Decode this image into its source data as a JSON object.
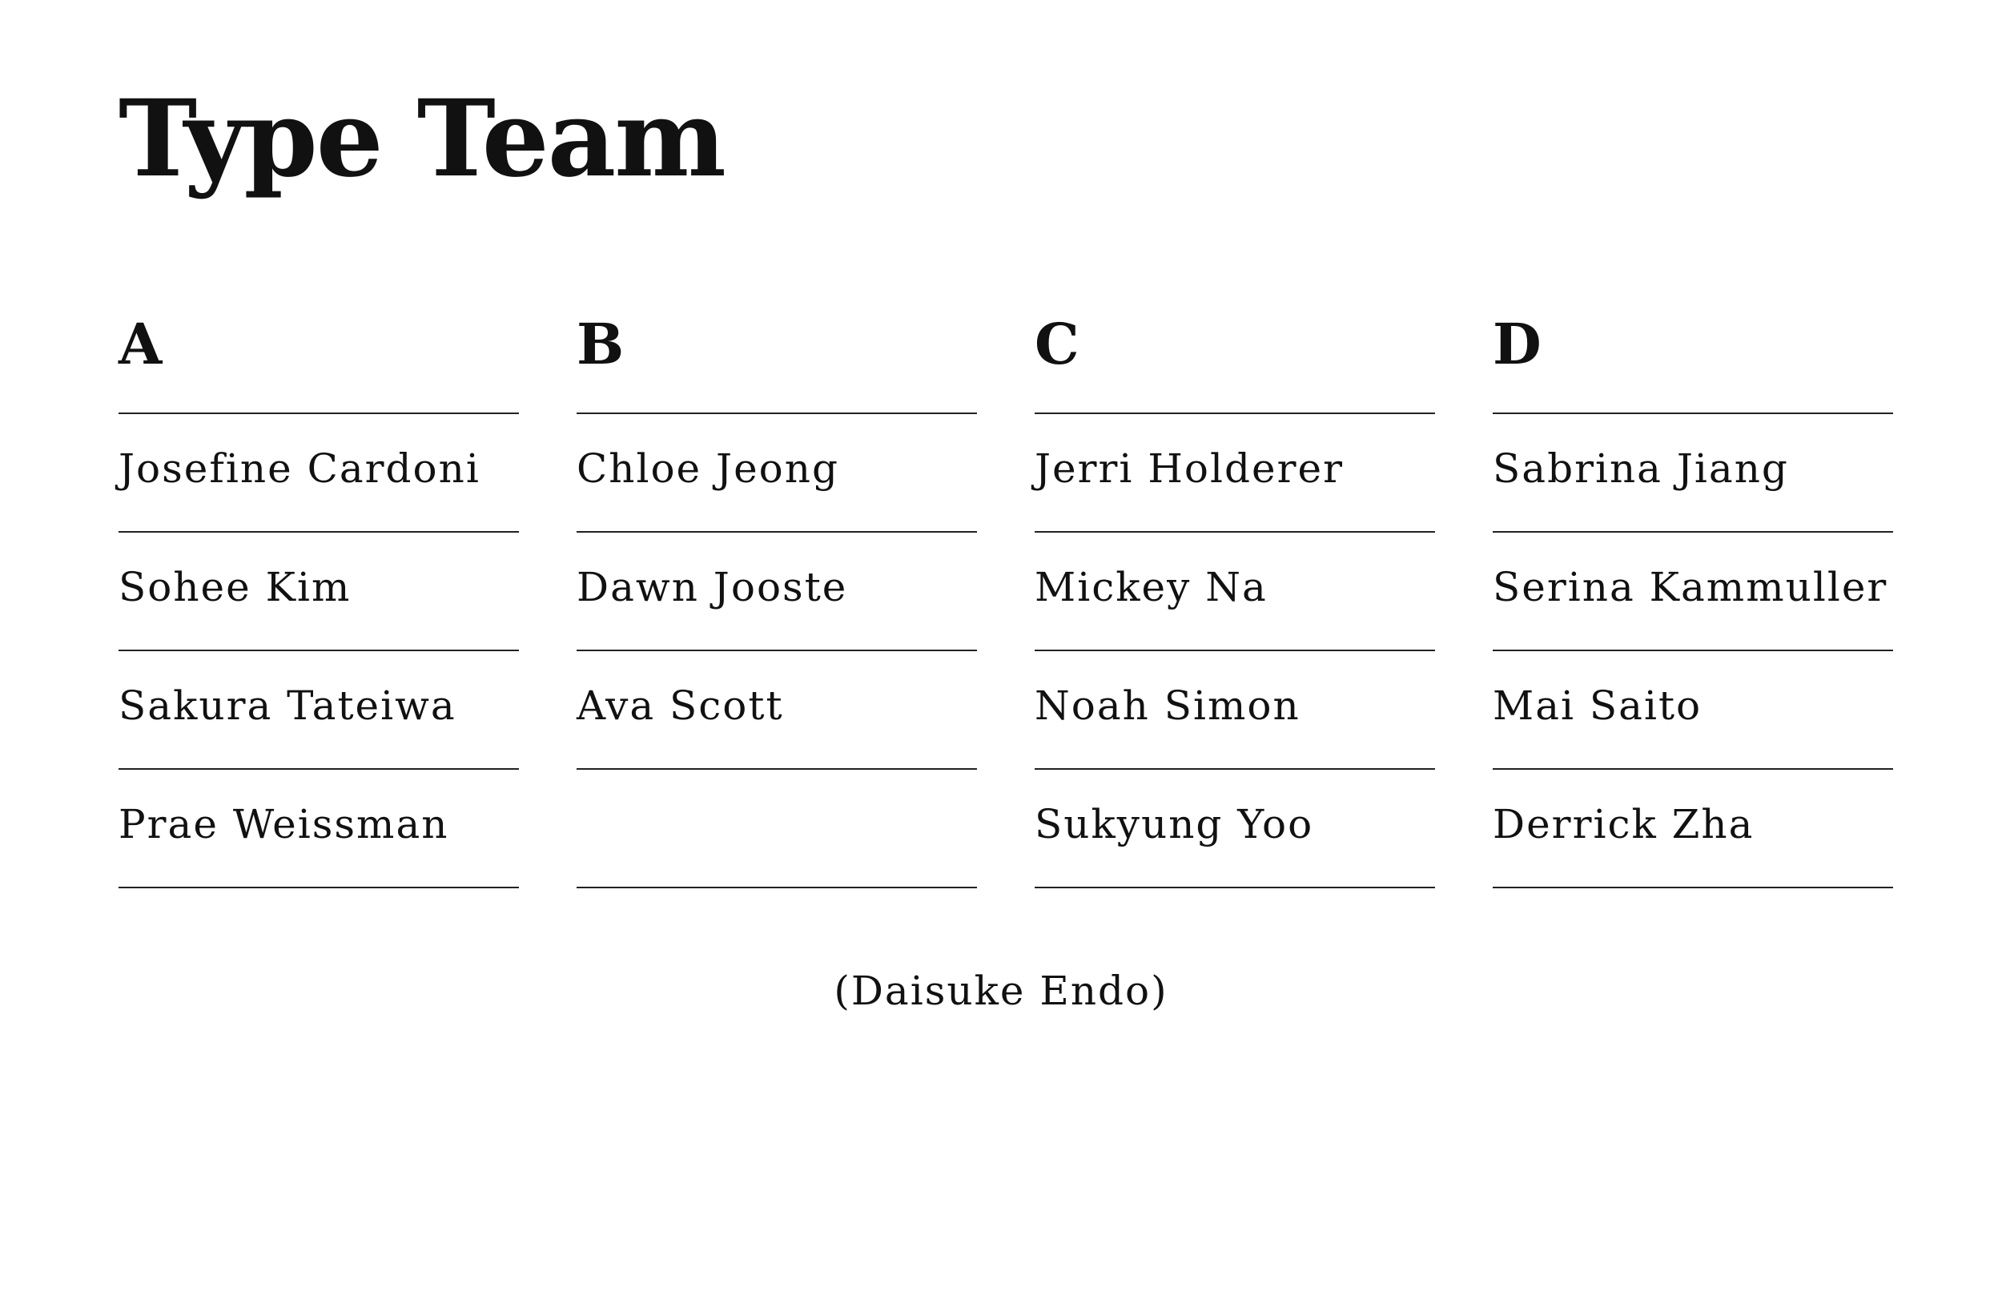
{
  "title": "Type Team",
  "columns": [
    {
      "header": "A",
      "names": [
        "Josefine Cardoni",
        "Sohee Kim",
        "Sakura Tateiwa",
        "Prae Weissman"
      ]
    },
    {
      "header": "B",
      "names": [
        "Chloe Jeong",
        "Dawn Jooste",
        "Ava Scott",
        ""
      ]
    },
    {
      "header": "C",
      "names": [
        "Jerri Holderer",
        "Mickey Na",
        "Noah Simon",
        "Sukyung Yoo"
      ]
    },
    {
      "header": "D",
      "names": [
        "Sabrina Jiang",
        "Serina Kammuller",
        "Mai Saito",
        "Derrick Zha"
      ]
    }
  ],
  "footnote": "(Daisuke Endo)"
}
